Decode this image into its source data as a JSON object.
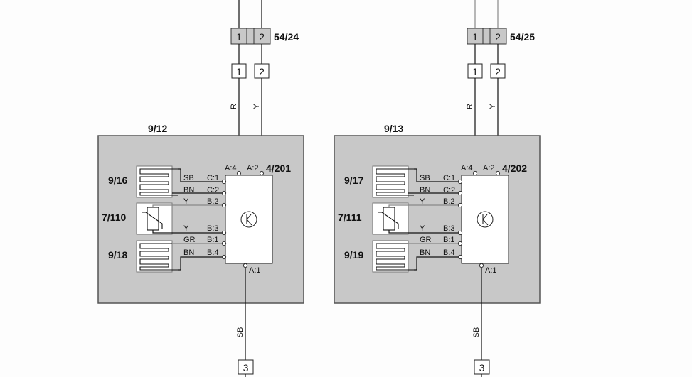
{
  "diagram": {
    "type": "wiring-diagram",
    "colors": {
      "module_fill": "#c8c8c8",
      "module_border": "#555555",
      "connector_fill": "#c8c8c8",
      "wire": "#111111",
      "grey_wire": "#888888"
    },
    "circuits": [
      {
        "module_id": "9/12",
        "ecu_id": "4/201",
        "connector_id": "54/24",
        "connector_pins": [
          "1",
          "2"
        ],
        "terminals_top": [
          "1",
          "2"
        ],
        "wire_colors_top": [
          "R",
          "Y"
        ],
        "ecu_pins_top": [
          "A:4",
          "A:2"
        ],
        "ecu_pin_bottom": "A:1",
        "wire_color_bottom": "SB",
        "terminal_bottom": "3",
        "sensors": [
          {
            "id": "9/16",
            "type": "heater-element",
            "wires": [
              {
                "color": "SB",
                "pin": "C:1"
              },
              {
                "color": "BN",
                "pin": "C:2"
              }
            ]
          },
          {
            "id": "7/110",
            "type": "thermistor",
            "wires": [
              {
                "color": "Y",
                "pin": "B:2"
              },
              {
                "color": "Y",
                "pin": "B:3"
              }
            ]
          },
          {
            "id": "9/18",
            "type": "heater-element",
            "wires": [
              {
                "color": "GR",
                "pin": "B:1"
              },
              {
                "color": "BN",
                "pin": "B:4"
              }
            ]
          }
        ]
      },
      {
        "module_id": "9/13",
        "ecu_id": "4/202",
        "connector_id": "54/25",
        "connector_pins": [
          "1",
          "2"
        ],
        "terminals_top": [
          "1",
          "2"
        ],
        "wire_colors_top": [
          "R",
          "Y"
        ],
        "ecu_pins_top": [
          "A:4",
          "A:2"
        ],
        "ecu_pin_bottom": "A:1",
        "wire_color_bottom": "SB",
        "terminal_bottom": "3",
        "sensors": [
          {
            "id": "9/17",
            "type": "heater-element",
            "wires": [
              {
                "color": "SB",
                "pin": "C:1"
              },
              {
                "color": "BN",
                "pin": "C:2"
              }
            ]
          },
          {
            "id": "7/111",
            "type": "thermistor",
            "wires": [
              {
                "color": "Y",
                "pin": "B:2"
              },
              {
                "color": "Y",
                "pin": "B:3"
              }
            ]
          },
          {
            "id": "9/19",
            "type": "heater-element",
            "wires": [
              {
                "color": "GR",
                "pin": "B:1"
              },
              {
                "color": "BN",
                "pin": "B:4"
              }
            ]
          }
        ]
      }
    ]
  }
}
